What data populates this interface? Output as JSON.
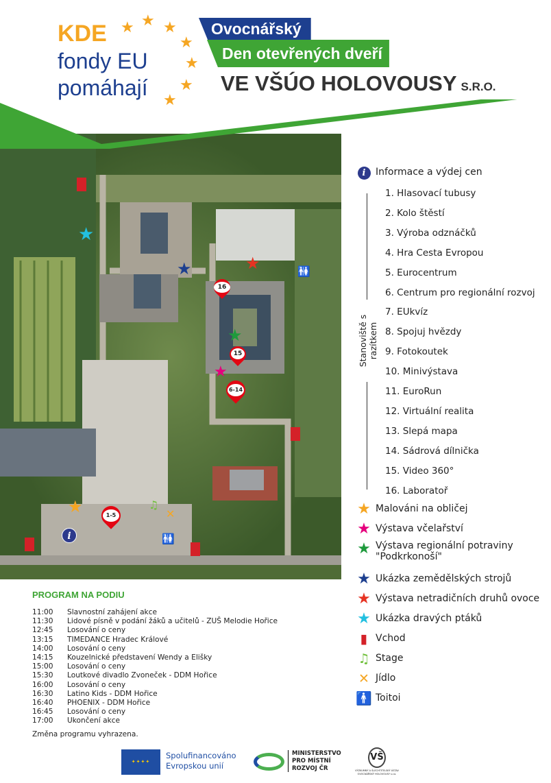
{
  "header": {
    "kde": "KDE",
    "fondy": "fondy EU",
    "pomahaji": "pomáhají",
    "title1": "Ovocnářský",
    "title2": "Den otevřených dveří",
    "title3": "VE VŠÚO HOLOVOUSY",
    "title3_suffix": "S.R.O."
  },
  "colors": {
    "green": "#3fa535",
    "blue": "#1d3f8f",
    "orange": "#f5a623",
    "pink": "#e5007d",
    "darkgreen": "#1e9a3c",
    "navy": "#1d3f8f",
    "red": "#e63323",
    "cyan": "#22c0e0",
    "entry": "#d42128"
  },
  "map": {
    "pins": [
      "16",
      "15",
      "6-14",
      "1-5"
    ]
  },
  "legend": {
    "info": "Informace a výdej cen",
    "stations_label": "Stanoviště s razítkem",
    "stations": [
      "1. Hlasovací tubusy",
      "2. Kolo štěstí",
      "3. Výroba odznáčků",
      "4. Hra Cesta Evropou",
      "5. Eurocentrum",
      "6. Centrum pro regionální rozvoj",
      "7. EUkvíz",
      "8. Spojuj hvězdy",
      "9. Fotokoutek",
      "10. Minivýstava",
      "11. EuroRun",
      "12. Virtuální realita",
      "13. Slepá mapa",
      "14. Sádrová dílnička",
      "15. Video 360°",
      "16. Laboratoř"
    ],
    "items": [
      {
        "label": "Malováni na obličej",
        "icon": "star-orange"
      },
      {
        "label": "Výstava včelařství",
        "icon": "star-pink"
      },
      {
        "label": "Výstava regionální potraviny",
        "label2": "\"Podkrkonoší\"",
        "icon": "star-green"
      },
      {
        "label": "Ukázka zemědělských strojů",
        "icon": "star-navy"
      },
      {
        "label": "Výstava netradičních druhů ovoce",
        "icon": "star-red"
      },
      {
        "label": "Ukázka dravých ptáků",
        "icon": "star-cyan"
      },
      {
        "label": "Vchod",
        "icon": "entrance-door"
      },
      {
        "label": "Stage",
        "icon": "music-notes"
      },
      {
        "label": "Jídlo",
        "icon": "fork-spoon"
      },
      {
        "label": "Toitoi",
        "icon": "toilet"
      }
    ]
  },
  "program": {
    "title": "PROGRAM NA PODIU",
    "rows": [
      [
        "11:00",
        "Slavnostní zahájení akce"
      ],
      [
        "11:30",
        "Lidové písně v podání žáků a učitelů - ZUŠ Melodie Hořice"
      ],
      [
        "12:45",
        "Losování o ceny"
      ],
      [
        "13:15",
        "TIMEDANCE Hradec Králové"
      ],
      [
        "14:00",
        "Losování o ceny"
      ],
      [
        "14:15",
        "Kouzelnické představení Wendy a Elišky"
      ],
      [
        "15:00",
        "Losování o ceny"
      ],
      [
        "15:30",
        "Loutkové divadlo Zvoneček - DDM Hořice"
      ],
      [
        "16:00",
        "Losování o ceny"
      ],
      [
        "16:30",
        "Latino Kids - DDM Hořice"
      ],
      [
        "16:40",
        "PHOENIX - DDM Hořice"
      ],
      [
        "16:45",
        "Losování o ceny"
      ],
      [
        "17:00",
        "Ukončení akce"
      ]
    ],
    "note": "Změna programu vyhrazena."
  },
  "footer": {
    "eu1": "Spolufinancováno",
    "eu2": "Evropskou unií",
    "mmr1": "MINISTERSTVO",
    "mmr2": "PRO MÍSTNÍ",
    "mmr3": "ROZVOJ ČR",
    "vsuo": "VÝZKUMNÝ A ŠLECHTITELSKÝ ÚSTAV OVOCNÁŘSKÝ HOLOVOUSY s.r.o."
  }
}
